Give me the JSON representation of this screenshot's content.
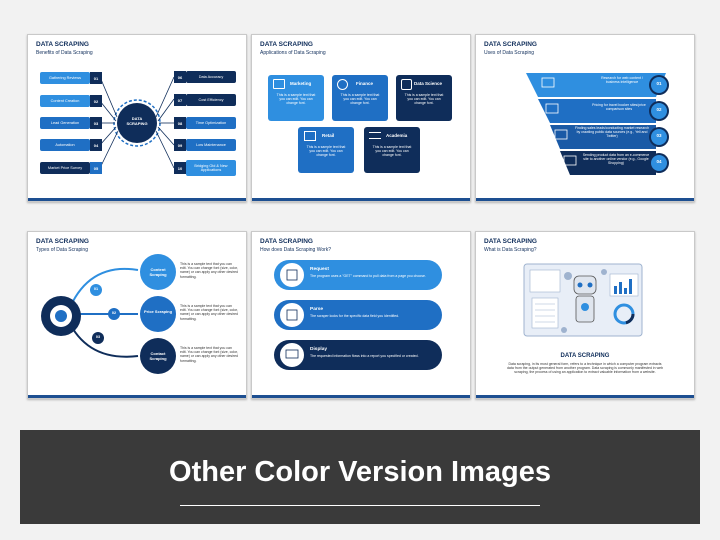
{
  "slides": {
    "s1": {
      "title": "DATA SCRAPING",
      "subtitle": "Benefits of Data Scraping",
      "center": "DATA SCRAPING",
      "left_items": [
        {
          "label": "Gathering Reviews",
          "num": "01"
        },
        {
          "label": "Content Creation",
          "num": "02"
        },
        {
          "label": "Lead Generation",
          "num": "03"
        },
        {
          "label": "Automation",
          "num": "04"
        },
        {
          "label": "Market Price Survey",
          "num": "05"
        }
      ],
      "right_items": [
        {
          "label": "Data Accuracy",
          "num": "06"
        },
        {
          "label": "Cost Efficiency",
          "num": "07"
        },
        {
          "label": "Time Optimization",
          "num": "08"
        },
        {
          "label": "Low Maintenance",
          "num": "09"
        },
        {
          "label": "Bridging Old & New Applications",
          "num": "10"
        }
      ]
    },
    "s2": {
      "title": "DATA SCRAPING",
      "subtitle": "Applications of Data Scraping",
      "cards": [
        {
          "label": "Marketing",
          "text": "This is a sample text that you can edit. You can change font."
        },
        {
          "label": "Finance",
          "text": "This is a sample text that you can edit. You can change font."
        },
        {
          "label": "Data Science",
          "text": "This is a sample text that you can edit. You can change font."
        },
        {
          "label": "Retail",
          "text": "This is a sample text that you can edit. You can change font."
        },
        {
          "label": "Academia",
          "text": "This is a sample text that you can edit. You can change font."
        }
      ]
    },
    "s3": {
      "title": "DATA SCRAPING",
      "subtitle": "Uses of Data Scraping",
      "items": [
        {
          "text": "Research for web content / business intelligence",
          "num": "01"
        },
        {
          "text": "Pricing for travel booker sites/price comparison sites",
          "num": "02"
        },
        {
          "text": "Finding sales leads/conducting market research by crawling public data sources (e.g., Yell and Twitter)",
          "num": "03"
        },
        {
          "text": "Sending product data from an e-commerce site to another online vendor (e.g., Google Shopping)",
          "num": "04"
        }
      ]
    },
    "s4": {
      "title": "DATA SCRAPING",
      "subtitle": "Types of Data Scraping",
      "items": [
        {
          "label": "Content Scraping",
          "num": "01",
          "text": "This is a sample text that you can edit. You can change font (size, color, name) or can apply any other desired formatting."
        },
        {
          "label": "Price Scraping",
          "num": "02",
          "text": "This is a sample text that you can edit. You can change font (size, color, name) or can apply any other desired formatting."
        },
        {
          "label": "Contact Scraping",
          "num": "03",
          "text": "This is a sample text that you can edit. You can change font (size, color, name) or can apply any other desired formatting."
        }
      ]
    },
    "s5": {
      "title": "DATA SCRAPING",
      "subtitle": "How does Data Scraping Work?",
      "steps": [
        {
          "label": "Request",
          "text": "The program uses a \"GET\" command to pull data from a page you choose."
        },
        {
          "label": "Parse",
          "text": "The scraper looks for the specific data field you identified."
        },
        {
          "label": "Display",
          "text": "The requested information flows into a report you specified or created."
        }
      ]
    },
    "s6": {
      "title": "DATA SCRAPING",
      "subtitle": "What is Data Scraping?",
      "heading": "DATA SCRAPING",
      "body": "Data scraping, in its most general form, refers to a technique in which a computer program extracts data from the output generated from another program. Data scraping is commonly manifested in web scraping, the process of using an application to extract valuable information from a website."
    }
  },
  "banner": {
    "title": "Other Color Version Images"
  },
  "colors": {
    "navy": "#0f2d5a",
    "blue": "#1f6fc4",
    "light_blue": "#2f8fe0",
    "dark": "#3a3a3a"
  }
}
